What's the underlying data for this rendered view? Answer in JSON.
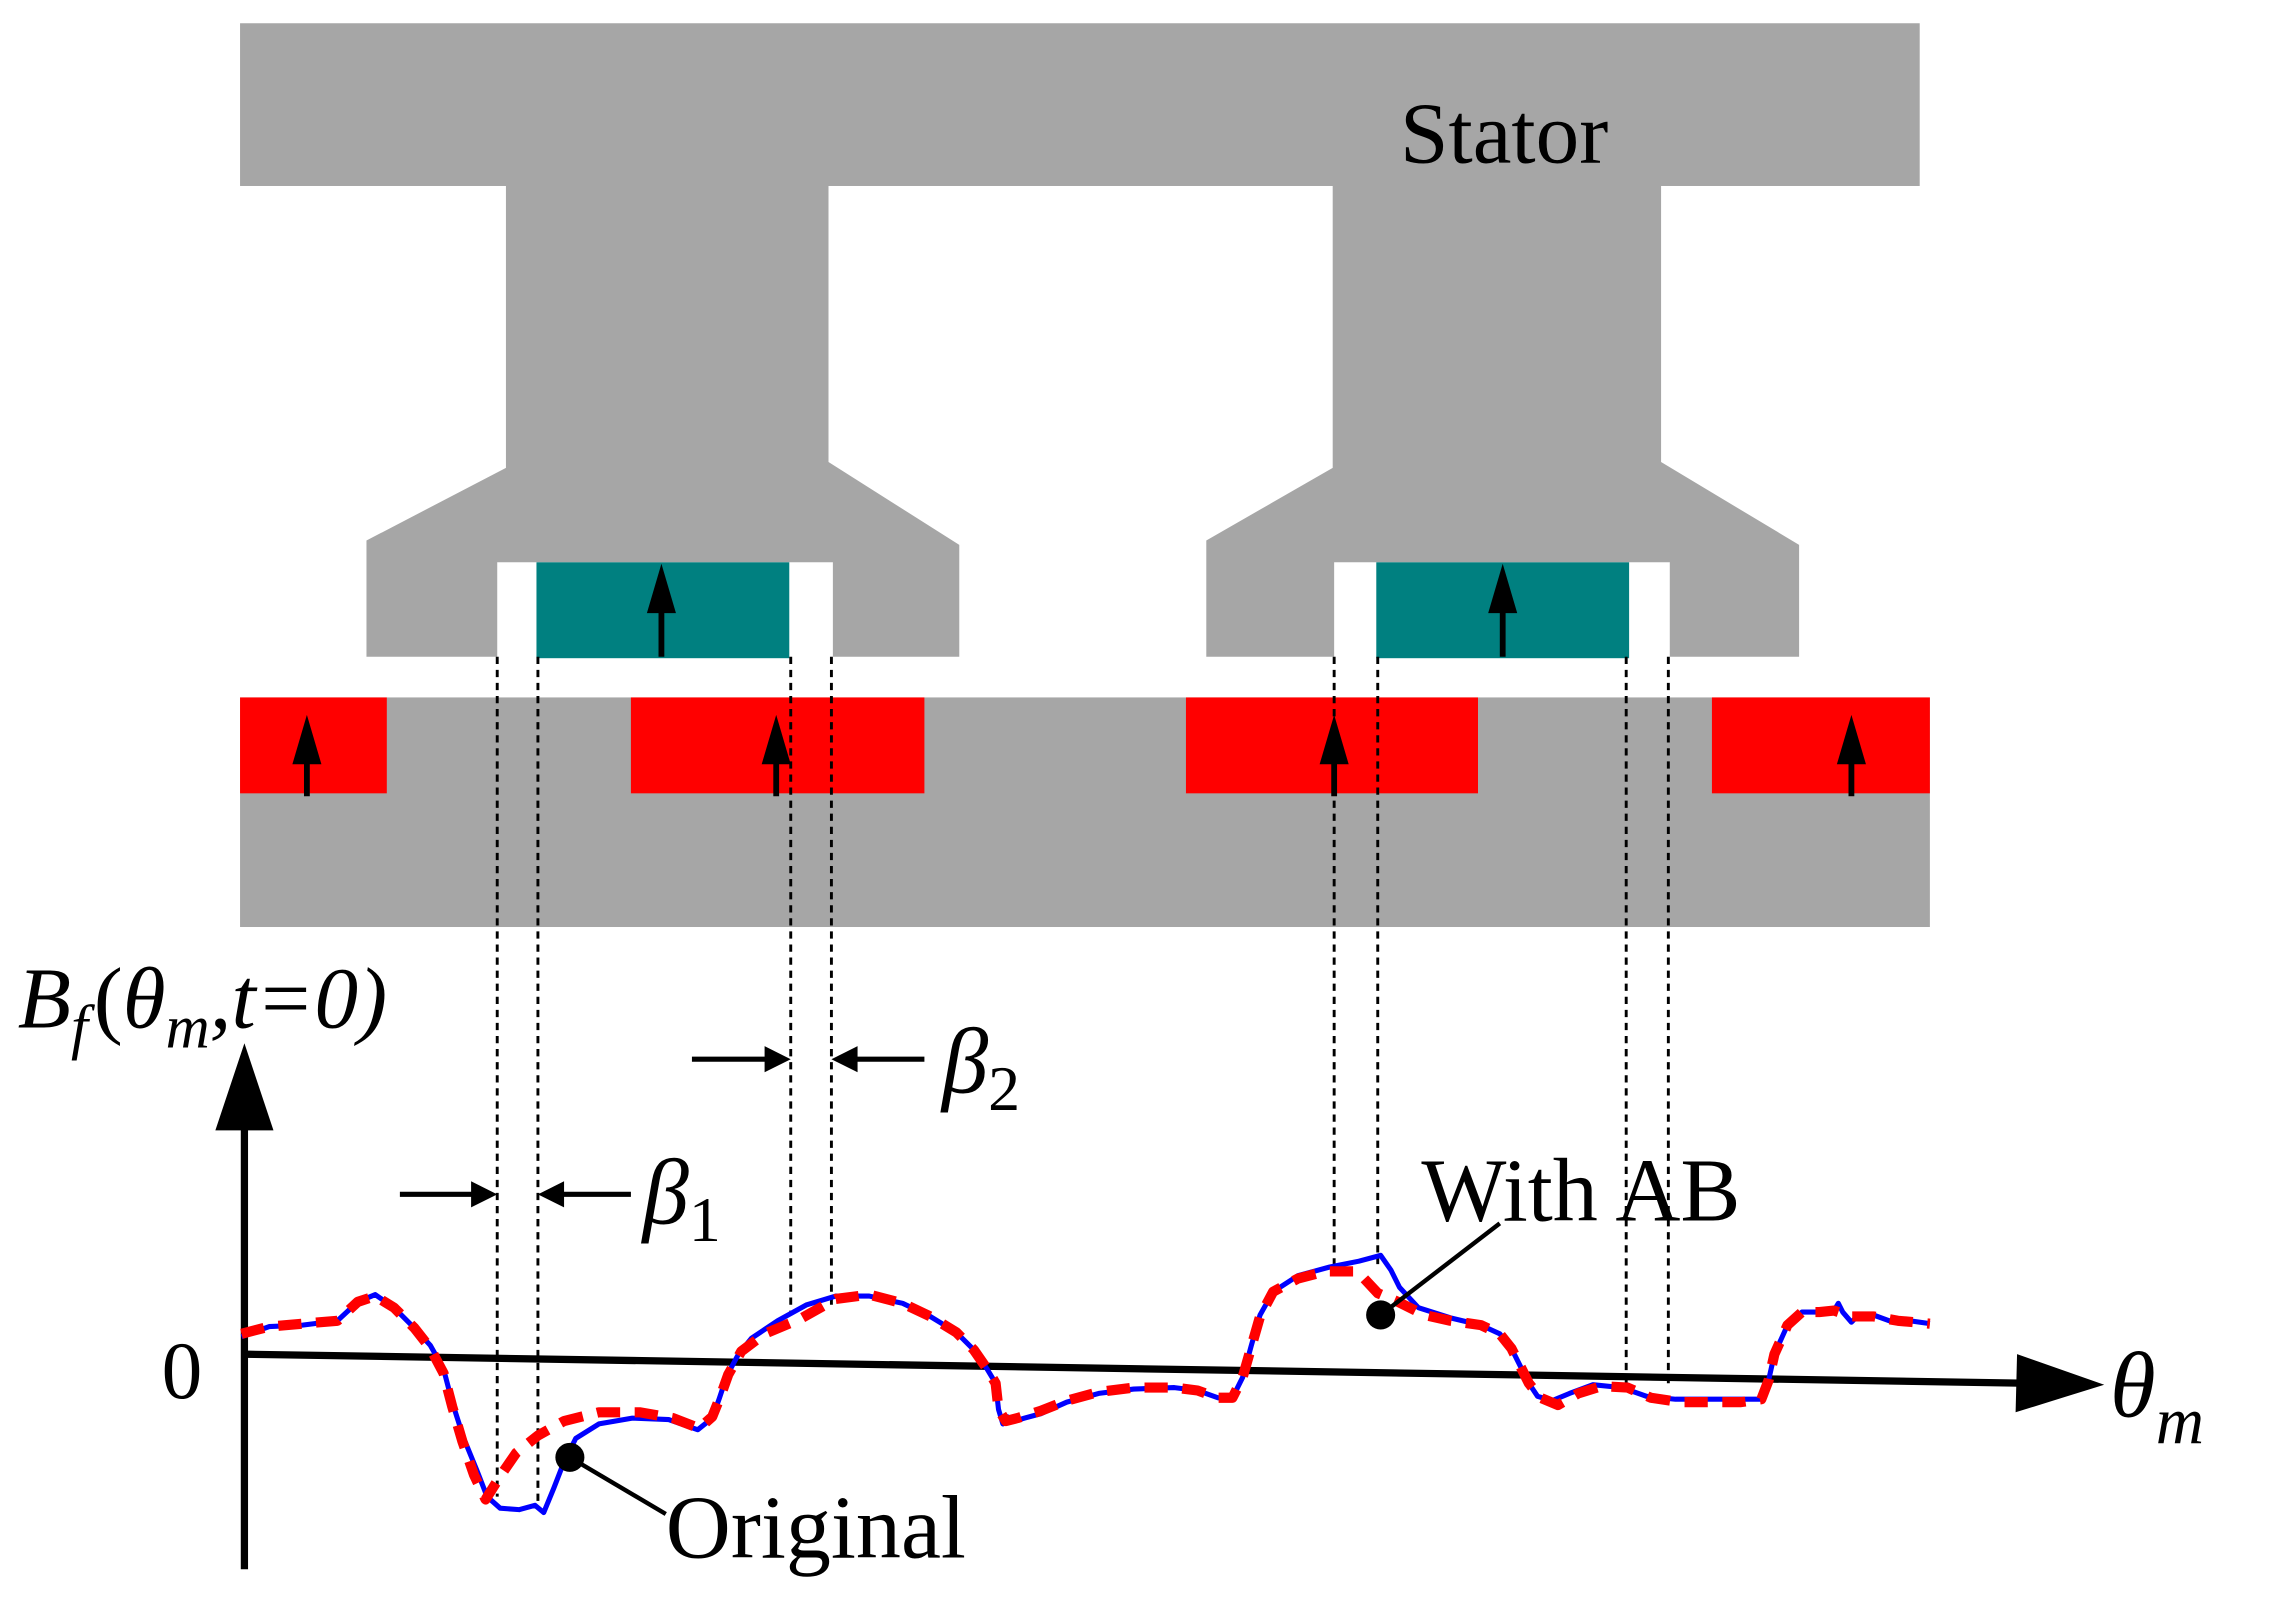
{
  "stator_label": "Stator",
  "yaxis": {
    "B": "B",
    "f": "f",
    "open": "(",
    "theta": "θ",
    "m": "m",
    "rest": ",t=0)"
  },
  "xaxis": {
    "theta": "θ",
    "m": "m"
  },
  "zero_label": "0",
  "beta1": {
    "sym": "β",
    "sub": "1"
  },
  "beta2": {
    "sym": "β",
    "sub": "2"
  },
  "legend": {
    "with_ab": "With AB",
    "original": "Original"
  },
  "colors": {
    "steel": "#a6a6a6",
    "rotor_pm": "#ff0000",
    "stator_pm": "#008080",
    "curve_with_ab": "#0000ff",
    "curve_original": "#ff0000"
  },
  "icons": [
    "magnetization-arrow-icon",
    "axis-arrow-icon",
    "dimension-arrow-icon"
  ]
}
